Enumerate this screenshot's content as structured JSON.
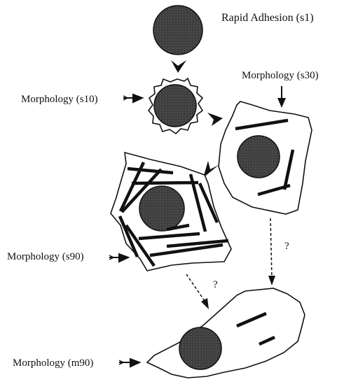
{
  "labels": {
    "s1": "Rapid Adhesion  (s1)",
    "s10": "Morphology (s10)",
    "s30": "Morphology (s30)",
    "s90": "Morphology (s90)",
    "m90": "Morphology (m90)"
  },
  "question_marks": [
    "?",
    "?"
  ],
  "colors": {
    "nucleus": "#3a3a3a",
    "membrane": "#ffffff",
    "stroke": "#111111",
    "stress_fiber": "#111111"
  }
}
